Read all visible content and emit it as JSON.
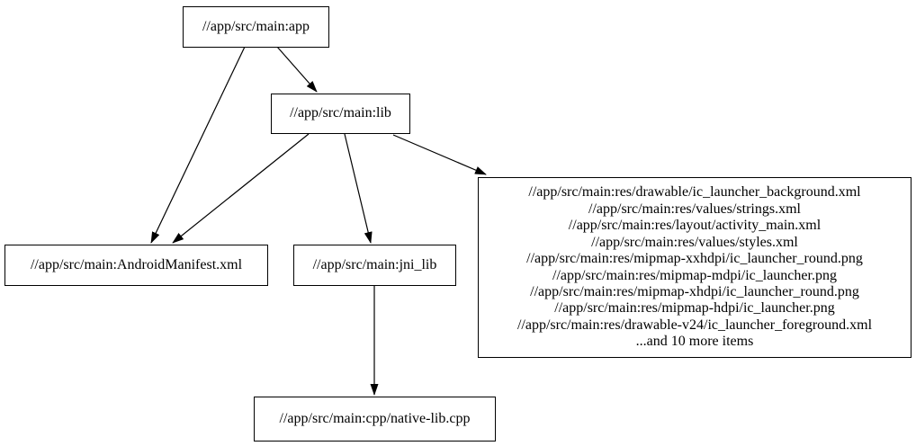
{
  "diagram": {
    "kind": "build-dependency-graph",
    "background_color": "#ffffff",
    "node_border_color": "#000000",
    "node_fill_color": "#ffffff",
    "edge_color": "#000000",
    "nodes": {
      "app": {
        "label": "//app/src/main:app"
      },
      "lib": {
        "label": "//app/src/main:lib"
      },
      "manifest": {
        "label": "//app/src/main:AndroidManifest.xml"
      },
      "jni_lib": {
        "label": "//app/src/main:jni_lib"
      },
      "cpp": {
        "label": "//app/src/main:cpp/native-lib.cpp"
      },
      "res": {
        "lines": [
          "//app/src/main:res/drawable/ic_launcher_background.xml",
          "//app/src/main:res/values/strings.xml",
          "//app/src/main:res/layout/activity_main.xml",
          "//app/src/main:res/values/styles.xml",
          "//app/src/main:res/mipmap-xxhdpi/ic_launcher_round.png",
          "//app/src/main:res/mipmap-mdpi/ic_launcher.png",
          "//app/src/main:res/mipmap-xhdpi/ic_launcher_round.png",
          "//app/src/main:res/mipmap-hdpi/ic_launcher.png",
          "//app/src/main:res/drawable-v24/ic_launcher_foreground.xml",
          "...and 10 more items"
        ]
      }
    },
    "edges": [
      {
        "from": "app",
        "to": "lib"
      },
      {
        "from": "app",
        "to": "manifest"
      },
      {
        "from": "lib",
        "to": "manifest"
      },
      {
        "from": "lib",
        "to": "jni_lib"
      },
      {
        "from": "lib",
        "to": "res"
      },
      {
        "from": "jni_lib",
        "to": "cpp"
      }
    ]
  }
}
